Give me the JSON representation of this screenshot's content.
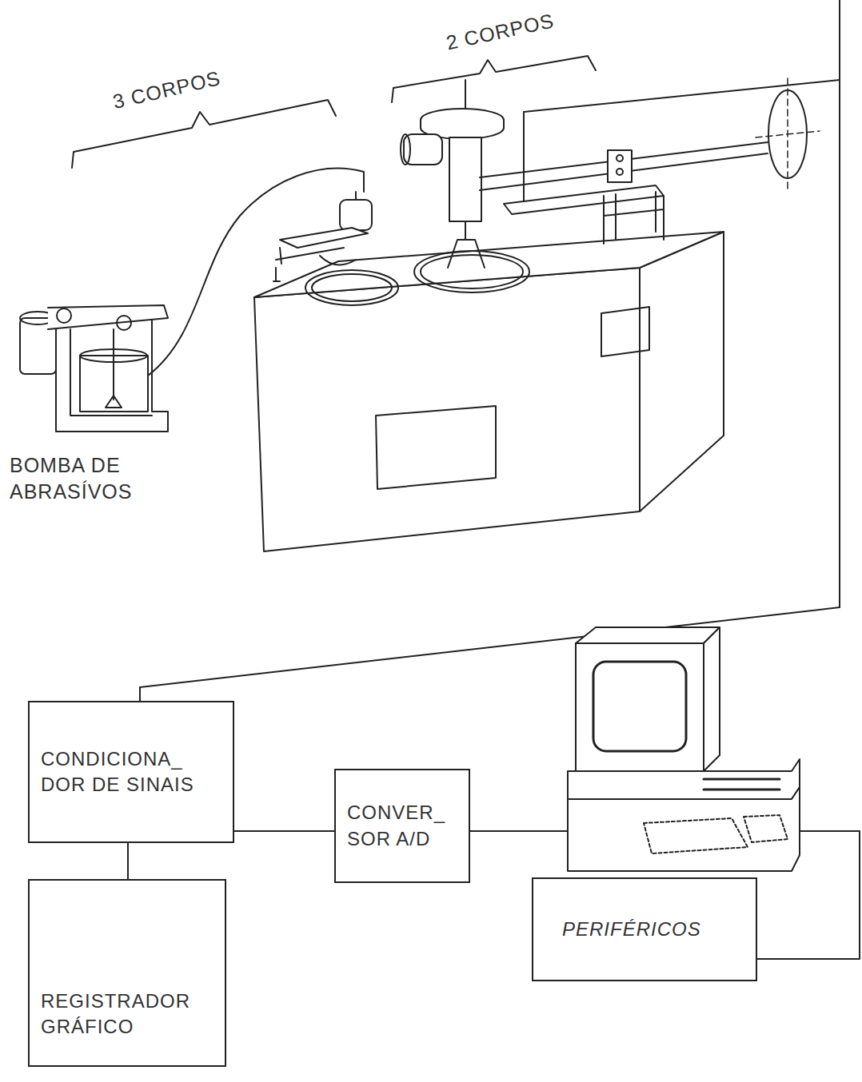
{
  "diagram": {
    "nodes": [
      {
        "text": [
          "CONDICIONA_ DOR DE SINAIS"
        ]
      },
      {
        "text": [
          "CONVER_ SOR A/D"
        ]
      },
      {
        "text": [
          "REGISTRADOR GRÁFICO"
        ]
      },
      {
        "text": [
          "PERIFÉRICOS"
        ]
      }
    ],
    "edges": [
      {
        "from": 0,
        "to": 1,
        "arrow": "none"
      },
      {
        "from": 0,
        "to": 2,
        "arrow": "none"
      }
    ],
    "labels": [
      "3 CORPOS",
      "2 CORPOS",
      "BOMBA DE ABRASÍVOS"
    ]
  }
}
